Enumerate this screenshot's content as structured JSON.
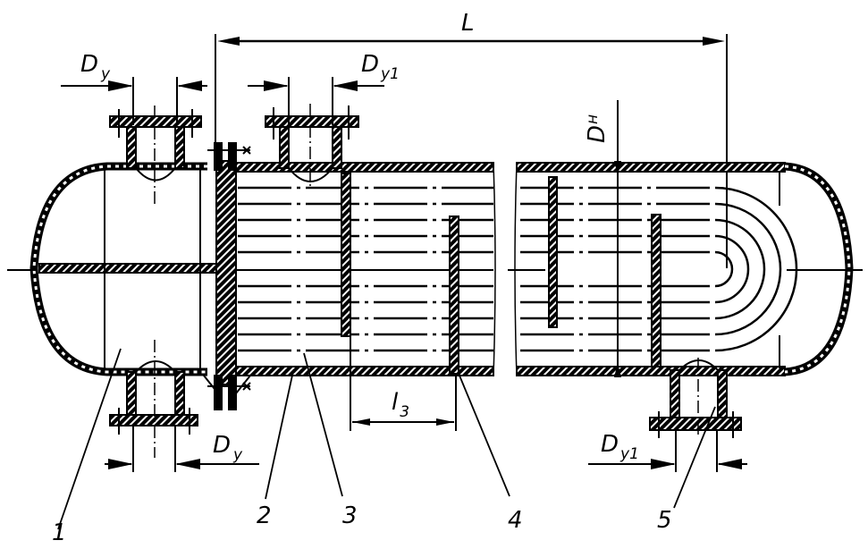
{
  "title": "U-tube shell-and-tube heat exchanger (sectional drawing)",
  "colors": {
    "ink": "#000000",
    "paper": "#ffffff"
  },
  "dimensions": {
    "overall_length": {
      "symbol": "L"
    },
    "tube_side_nozzle": {
      "symbol": "D",
      "subscript": "y"
    },
    "shell_side_nozzle": {
      "symbol": "D",
      "subscript": "y1"
    },
    "shell_diameter": {
      "symbol": "D",
      "subscript": "н"
    },
    "baffle_spacing": {
      "symbol": "l",
      "subscript": "3"
    }
  },
  "callouts": [
    {
      "number": "1",
      "part": "distribution chamber"
    },
    {
      "number": "2",
      "part": "shell"
    },
    {
      "number": "3",
      "part": "U-tubes"
    },
    {
      "number": "4",
      "part": "baffle"
    },
    {
      "number": "5",
      "part": "shell-side nozzle"
    }
  ],
  "text": {
    "L": "L",
    "Dy_top_D": "D",
    "Dy_top_sub": "y",
    "Dy1_top_D": "D",
    "Dy1_top_sub": "y1",
    "Dn_D": "D",
    "Dn_sub": "н",
    "l3_l": "l",
    "l3_sub": "3",
    "Dy_bot_D": "D",
    "Dy_bot_sub": "y",
    "Dy1_bot_D": "D",
    "Dy1_bot_sub": "y1",
    "c1": "1",
    "c2": "2",
    "c3": "3",
    "c4": "4",
    "c5": "5"
  }
}
